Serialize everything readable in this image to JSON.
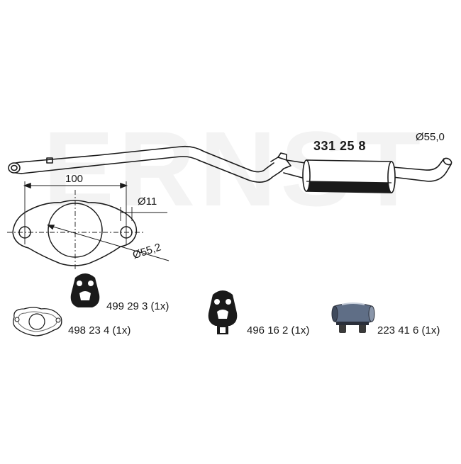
{
  "product": {
    "part_number": "331 25 8",
    "outlet_diameter": "Ø55,0"
  },
  "flange_drawing": {
    "bolt_spacing": "100",
    "bolt_hole_diameter": "Ø11",
    "bore_diameter": "Ø55,2"
  },
  "accessories": [
    {
      "id": "hanger-a",
      "label": "499 29 3 (1x)",
      "icon": "rubber-hanger-icon"
    },
    {
      "id": "gasket",
      "label": "498 23 4 (1x)",
      "icon": "flange-gasket-icon"
    },
    {
      "id": "hanger-b",
      "label": "496 16 2 (1x)",
      "icon": "rubber-hanger-icon"
    },
    {
      "id": "clamp",
      "label": "223 41 6 (1x)",
      "icon": "pipe-clamp-icon"
    }
  ],
  "watermark": {
    "text": "ERNST"
  },
  "colors": {
    "line": "#1a1a1a",
    "watermark": "#f4f4f4",
    "metal": "#5f6e86"
  }
}
